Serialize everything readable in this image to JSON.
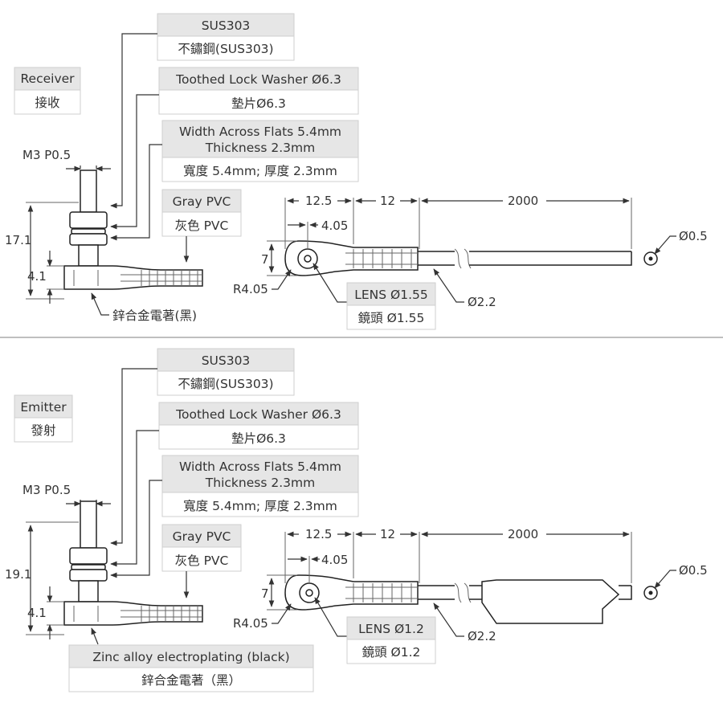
{
  "receiver": {
    "title": "Receiver",
    "title_zh": "接收",
    "material": "SUS303",
    "material_zh": "不鏽鋼(SUS303)",
    "washer": "Toothed Lock Washer Ø6.3",
    "washer_zh": "墊片Ø6.3",
    "flats_line1": "Width Across Flats 5.4mm",
    "flats_line2": "Thickness 2.3mm",
    "flats_zh": "寬度 5.4mm; 厚度 2.3mm",
    "cable": "Gray PVC",
    "cable_zh": "灰色 PVC",
    "thread": "M3 P0.5",
    "height": "17.1",
    "base_height": "4.1",
    "plating_zh": "鋅合金電著(黑)",
    "dim_a": "12.5",
    "dim_b": "12",
    "dim_len": "2000",
    "dim_lens_off": "4.05",
    "dim_head": "7",
    "radius": "R4.05",
    "lens": "LENS Ø1.55",
    "lens_zh": "鏡頭 Ø1.55",
    "cable_dia": "Ø2.2",
    "fiber_dia": "Ø0.5"
  },
  "emitter": {
    "title": "Emitter",
    "title_zh": "發射",
    "material": "SUS303",
    "material_zh": "不鏽鋼(SUS303)",
    "washer": "Toothed Lock Washer Ø6.3",
    "washer_zh": "墊片Ø6.3",
    "flats_line1": "Width Across Flats 5.4mm",
    "flats_line2": "Thickness 2.3mm",
    "flats_zh": "寬度 5.4mm; 厚度 2.3mm",
    "cable": "Gray PVC",
    "cable_zh": "灰色 PVC",
    "thread": "M3 P0.5",
    "height": "19.1",
    "base_height": "4.1",
    "plating": "Zinc alloy electroplating (black)",
    "plating_zh": "鋅合金電著（黑）",
    "dim_a": "12.5",
    "dim_b": "12",
    "dim_len": "2000",
    "dim_lens_off": "4.05",
    "dim_head": "7",
    "radius": "R4.05",
    "lens": "LENS Ø1.2",
    "lens_zh": "鏡頭 Ø1.2",
    "cable_dia": "Ø2.2",
    "fiber_dia": "Ø0.5"
  }
}
